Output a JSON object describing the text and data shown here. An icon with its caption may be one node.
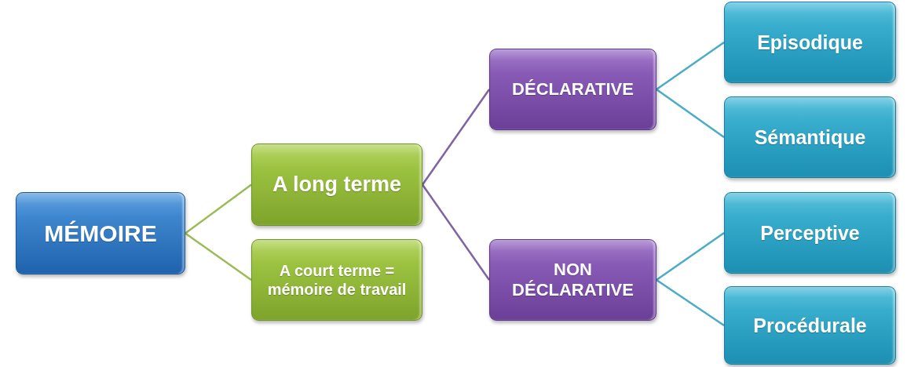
{
  "diagram": {
    "nodes": [
      {
        "text": [
          "MÉMOIRE"
        ]
      },
      {
        "text": [
          "A long terme"
        ]
      },
      {
        "text": [
          "A court terme = mémoire de travail"
        ]
      },
      {
        "text": [
          "DÉCLARATIVE"
        ]
      },
      {
        "text": [
          "NON DÉCLARATIVE"
        ]
      },
      {
        "text": [
          "Episodique"
        ]
      },
      {
        "text": [
          "Sémantique"
        ]
      },
      {
        "text": [
          "Perceptive"
        ]
      },
      {
        "text": [
          "Procédurale"
        ]
      }
    ],
    "edges": [
      {
        "from": 0,
        "to": 1,
        "arrow": "none",
        "color": "#9bbb59"
      },
      {
        "from": 0,
        "to": 2,
        "arrow": "none",
        "color": "#9bbb59"
      },
      {
        "from": 1,
        "to": 3,
        "arrow": "none",
        "color": "#8064a2"
      },
      {
        "from": 1,
        "to": 4,
        "arrow": "none",
        "color": "#8064a2"
      },
      {
        "from": 3,
        "to": 5,
        "arrow": "none"
      },
      {
        "from": 3,
        "to": 6,
        "arrow": "none"
      },
      {
        "from": 4,
        "to": 7,
        "arrow": "none"
      },
      {
        "from": 4,
        "to": 8,
        "arrow": "none"
      }
    ]
  }
}
